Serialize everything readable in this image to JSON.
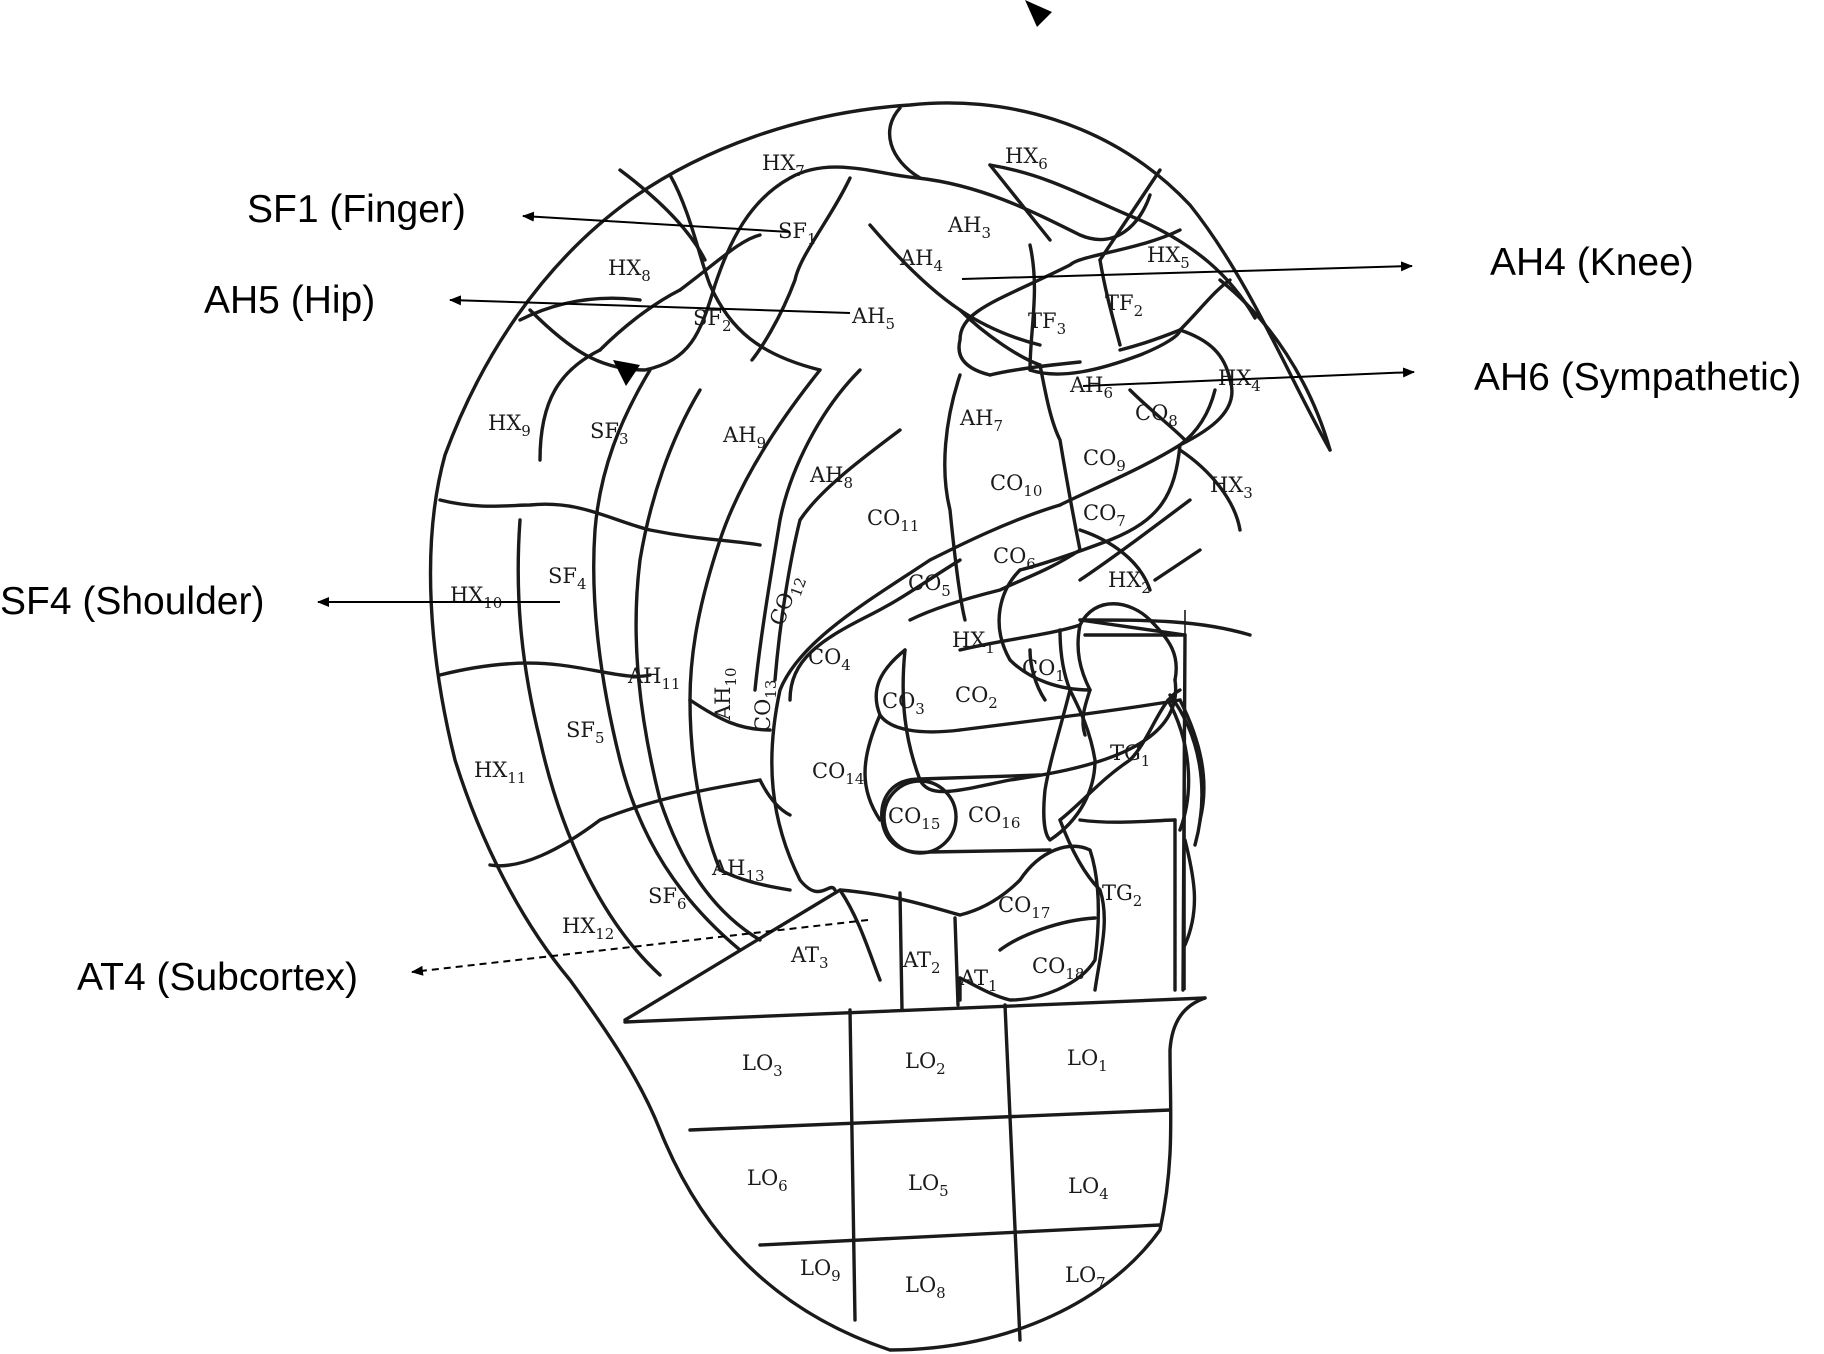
{
  "callouts": [
    {
      "id": "sf1",
      "label": "SF1 (Finger)"
    },
    {
      "id": "ah5",
      "label": "AH5 (Hip)"
    },
    {
      "id": "sf4",
      "label": "SF4 (Shoulder)"
    },
    {
      "id": "at4",
      "label": "AT4 (Subcortex)"
    },
    {
      "id": "ah4",
      "label": "AH4 (Knee)"
    },
    {
      "id": "ah6",
      "label": "AH6 (Sympathetic)"
    }
  ],
  "zones": {
    "hx1": [
      "HX",
      "1"
    ],
    "hx2": [
      "HX",
      "2"
    ],
    "hx3": [
      "HX",
      "3"
    ],
    "hx4": [
      "HX",
      "4"
    ],
    "hx5": [
      "HX",
      "5"
    ],
    "hx6": [
      "HX",
      "6"
    ],
    "hx7": [
      "HX",
      "7"
    ],
    "hx8": [
      "HX",
      "8"
    ],
    "hx9": [
      "HX",
      "9"
    ],
    "hx10": [
      "HX",
      "10"
    ],
    "hx11": [
      "HX",
      "11"
    ],
    "hx12": [
      "HX",
      "12"
    ],
    "sf1": [
      "SF",
      "1"
    ],
    "sf2": [
      "SF",
      "2"
    ],
    "sf3": [
      "SF",
      "3"
    ],
    "sf4": [
      "SF",
      "4"
    ],
    "sf5": [
      "SF",
      "5"
    ],
    "sf6": [
      "SF",
      "6"
    ],
    "ah3": [
      "AH",
      "3"
    ],
    "ah4": [
      "AH",
      "4"
    ],
    "ah5": [
      "AH",
      "5"
    ],
    "ah6": [
      "AH",
      "6"
    ],
    "ah7": [
      "AH",
      "7"
    ],
    "ah8": [
      "AH",
      "8"
    ],
    "ah9": [
      "AH",
      "9"
    ],
    "ah10": [
      "AH",
      "10"
    ],
    "ah11": [
      "AH",
      "11"
    ],
    "ah13": [
      "AH",
      "13"
    ],
    "tf2": [
      "TF",
      "2"
    ],
    "tf3": [
      "TF",
      "3"
    ],
    "co1": [
      "CO",
      "1"
    ],
    "co2": [
      "CO",
      "2"
    ],
    "co3": [
      "CO",
      "3"
    ],
    "co4": [
      "CO",
      "4"
    ],
    "co5": [
      "CO",
      "5"
    ],
    "co6": [
      "CO",
      "6"
    ],
    "co7": [
      "CO",
      "7"
    ],
    "co8": [
      "CO",
      "8"
    ],
    "co9": [
      "CO",
      "9"
    ],
    "co10": [
      "CO",
      "10"
    ],
    "co11": [
      "CO",
      "11"
    ],
    "co12": [
      "CO",
      "12"
    ],
    "co13": [
      "CO",
      "13"
    ],
    "co14": [
      "CO",
      "14"
    ],
    "co15": [
      "CO",
      "15"
    ],
    "co16": [
      "CO",
      "16"
    ],
    "co17": [
      "CO",
      "17"
    ],
    "co18": [
      "CO",
      "18"
    ],
    "tg1": [
      "TG",
      "1"
    ],
    "tg2": [
      "TG",
      "2"
    ],
    "at1": [
      "AT",
      "1"
    ],
    "at2": [
      "AT",
      "2"
    ],
    "at3": [
      "AT",
      "3"
    ],
    "lo1": [
      "LO",
      "1"
    ],
    "lo2": [
      "LO",
      "2"
    ],
    "lo3": [
      "LO",
      "3"
    ],
    "lo4": [
      "LO",
      "4"
    ],
    "lo5": [
      "LO",
      "5"
    ],
    "lo6": [
      "LO",
      "6"
    ],
    "lo7": [
      "LO",
      "7"
    ],
    "lo8": [
      "LO",
      "8"
    ],
    "lo9": [
      "LO",
      "9"
    ]
  }
}
